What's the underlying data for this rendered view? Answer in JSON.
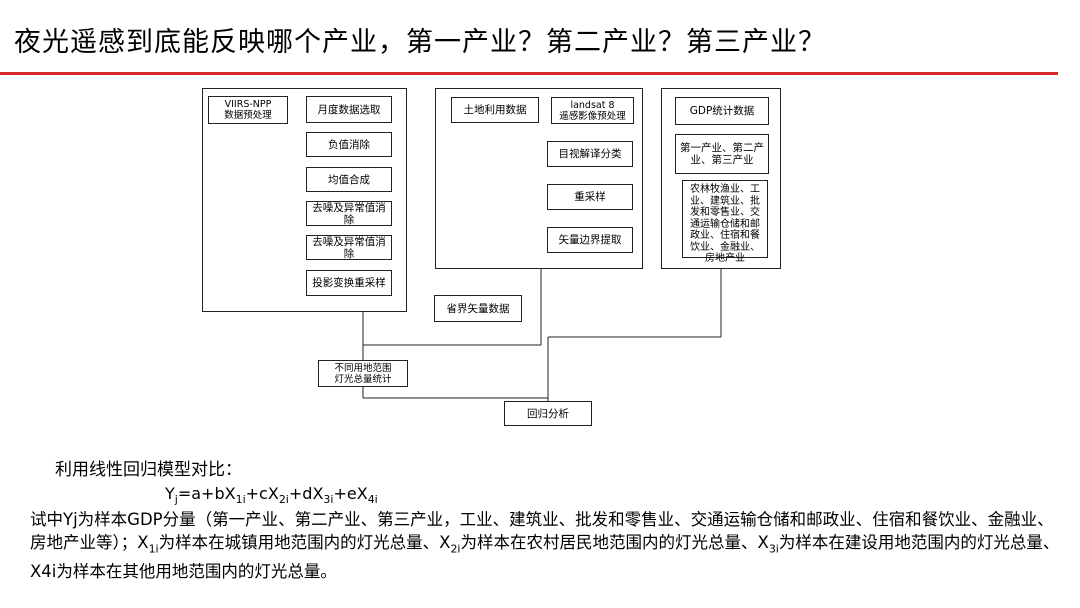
{
  "title": "夜光遥感到底能反映哪个产业，第一产业？第二产业？第三产业？",
  "flow": {
    "viirs": "VIIRS-NPP\n数据预处理",
    "monthly": "月度数据选取",
    "negative": "负值消除",
    "mean": "均值合成",
    "denoise1": "去噪及异常值消除",
    "denoise2": "去噪及异常值消除",
    "projection": "投影变换重采样",
    "landuse": "土地利用数据",
    "landsat": "landsat 8\n遥感影像预处理",
    "visual": "目视解译分类",
    "resample": "重采样",
    "vector": "矢量边界提取",
    "gdp": "GDP统计数据",
    "three": "第一产业、第二产业、第三产业",
    "sectors": "农林牧渔业、工业、建筑业、批发和零售业、交通运输仓储和邮政业、住宿和餐饮业、金融业、房地产业",
    "province": "省界矢量数据",
    "stats": "不同用地范围\n灯光总量统计",
    "regression": "回归分析"
  },
  "caption": {
    "model": "利用线性回归模型对比：",
    "formula": {
      "y": "Y",
      "yj": "j",
      "eq": "=a+bX",
      "s1": "1i",
      "p2": "+cX",
      "s2": "2i",
      "p3": "+dX",
      "s3": "3i",
      "p4": "+eX",
      "s4": "4i"
    },
    "p1": "试中Yj为样本GDP分量（第一产业、第二产业、第三产业，工业、建筑业、批发和零售业、交通运输仓储和邮政业、住宿和餐饮业、金融业、房地产业等）；",
    "x": "X",
    "x1sub": "1i",
    "p2": "为样本在城镇用地范围内的灯光总量、",
    "x2sub": "2i",
    "p3": "为样本在农村居民地范围内的灯光总量、",
    "x3sub": "3i",
    "p4": "为样本在建设用地范围内的灯光总量、X4i为样本在其他用地范围内的灯光总量。"
  }
}
